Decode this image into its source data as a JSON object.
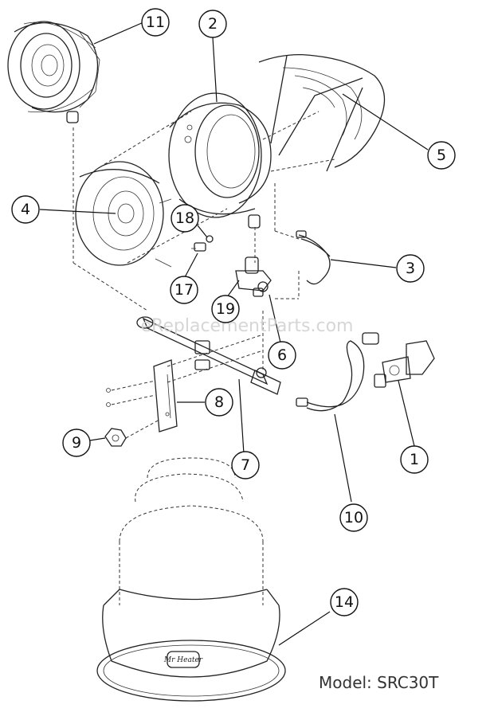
{
  "callouts": [
    {
      "id": "c11",
      "label": "11"
    },
    {
      "id": "c2",
      "label": "2"
    },
    {
      "id": "c5",
      "label": "5"
    },
    {
      "id": "c4",
      "label": "4"
    },
    {
      "id": "c18",
      "label": "18"
    },
    {
      "id": "c3",
      "label": "3"
    },
    {
      "id": "c17",
      "label": "17"
    },
    {
      "id": "c19",
      "label": "19"
    },
    {
      "id": "c6",
      "label": "6"
    },
    {
      "id": "c8",
      "label": "8"
    },
    {
      "id": "c9",
      "label": "9"
    },
    {
      "id": "c7",
      "label": "7"
    },
    {
      "id": "c1",
      "label": "1"
    },
    {
      "id": "c10",
      "label": "10"
    },
    {
      "id": "c14",
      "label": "14"
    }
  ],
  "watermark": "eReplacementParts.com",
  "model_label": "Model:  SRC30T",
  "logo_text": "Mr Heater"
}
